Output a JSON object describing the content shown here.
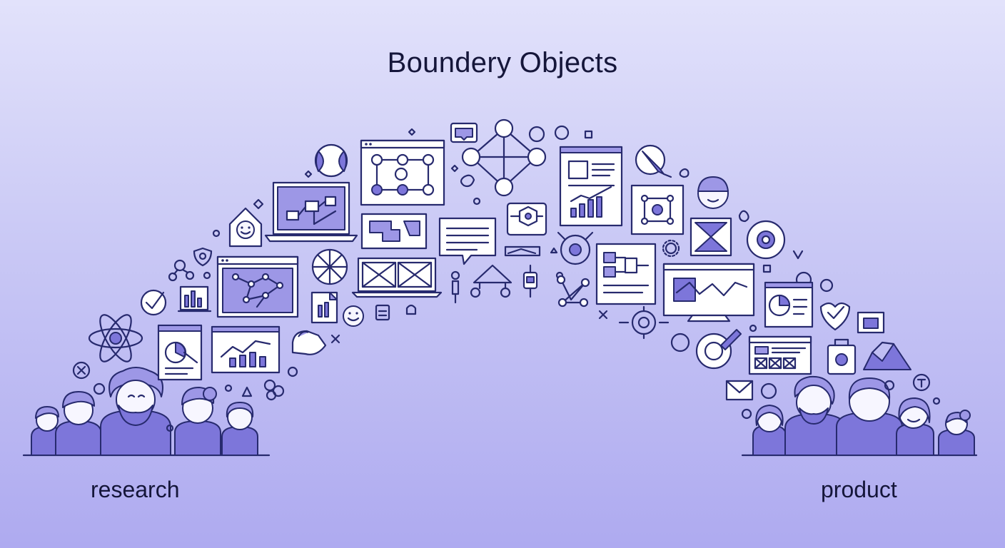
{
  "title": "Boundery Objects",
  "left_label": "research",
  "right_label": "product",
  "colors": {
    "background_top": "#e2e2fb",
    "background_bottom": "#aeaaf0",
    "ink": "#272a6e",
    "accent": "#7d76da",
    "card": "#ffffff"
  }
}
